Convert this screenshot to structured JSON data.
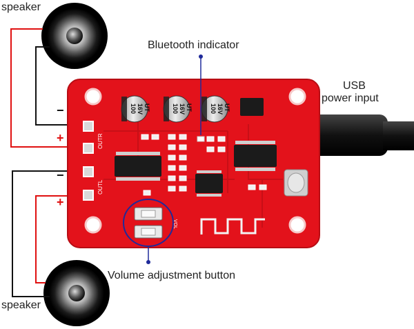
{
  "labels": {
    "speaker_top": "speaker",
    "speaker_bottom": "speaker",
    "bluetooth": "Bluetooth indicator",
    "usb_line1": "USB",
    "usb_line2": "power input",
    "volume": "Volume adjustment button"
  },
  "terminals": {
    "top_minus": "−",
    "top_plus": "+",
    "bottom_minus": "−",
    "bottom_plus": "+"
  },
  "pcb_text": {
    "outr": "OUTR",
    "outl": "OUTL",
    "vol": "VOL",
    "cap_value": "100",
    "cap_voltage": "16V",
    "cap_brand": "UT"
  },
  "colors": {
    "board": "#e3121b",
    "board_edge": "#b80d14",
    "wire_red": "#e01010",
    "wire_black": "#111111",
    "callout": "#1f2a9a"
  }
}
